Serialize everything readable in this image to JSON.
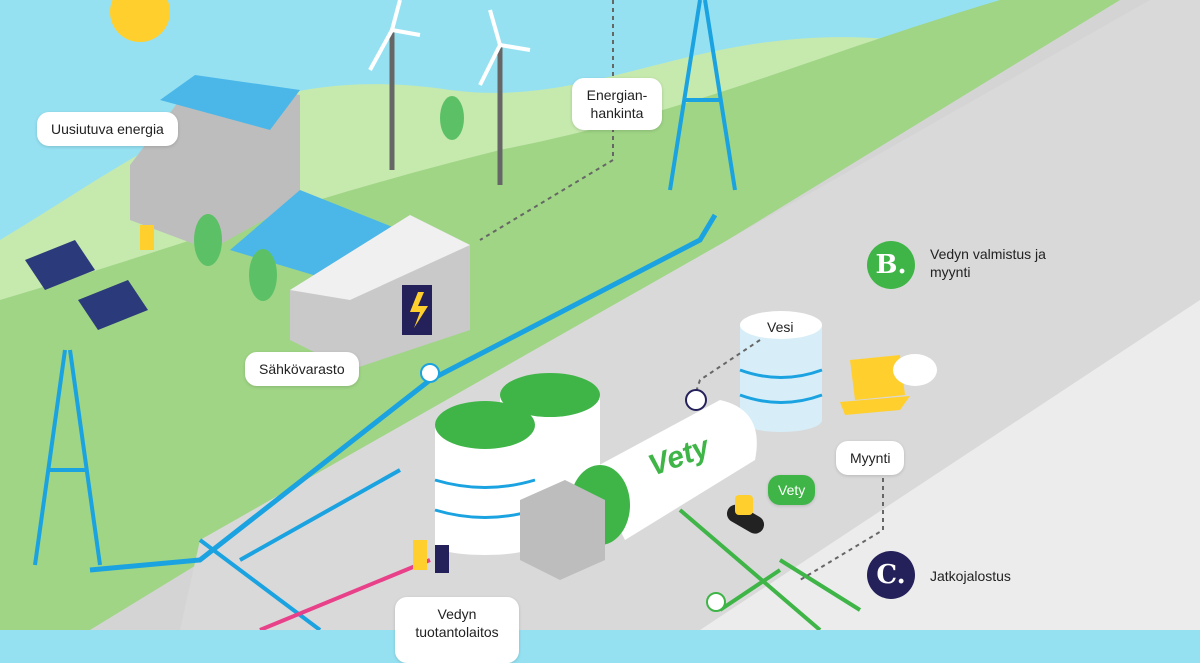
{
  "labels": {
    "renewable_energy": "Uusiutuva energia",
    "energy_procurement": "Energian-hankinta",
    "electricity_storage": "Sähkövarasto",
    "water": "Vesi",
    "sales": "Myynti",
    "hydrogen_tank": "Vety",
    "hydrogen_bubble": "Vety",
    "production_plant": "Vedyn tuotantolaitos"
  },
  "sections": [
    {
      "letter": "B.",
      "title": "Vedyn valmistus ja myynti",
      "color": "#3fb548"
    },
    {
      "letter": "C.",
      "title": "Jatkojalostus",
      "color": "#24215a"
    }
  ],
  "colors": {
    "sky": "#95e1f2",
    "grass": "#9fd585",
    "road": "#d4d4d4",
    "pipe_blue": "#1aa3e0",
    "pipe_green": "#3fb548",
    "pipe_pink": "#e8418a"
  }
}
